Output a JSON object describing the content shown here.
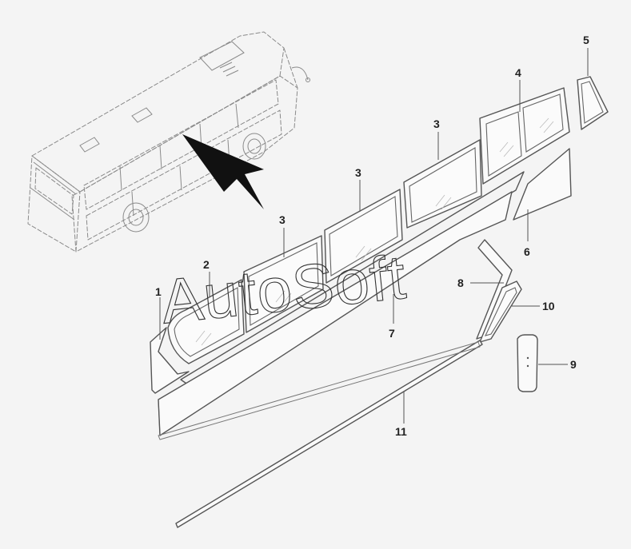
{
  "watermark": "AutoSoft",
  "callouts": {
    "c1": "1",
    "c2": "2",
    "c3a": "3",
    "c3b": "3",
    "c3c": "3",
    "c4": "4",
    "c5": "5",
    "c6": "6",
    "c7": "7",
    "c8": "8",
    "c9": "9",
    "c10": "10",
    "c11": "11"
  },
  "colors": {
    "background": "#f4f4f4",
    "line": "#555555",
    "arrow": "#111111"
  }
}
